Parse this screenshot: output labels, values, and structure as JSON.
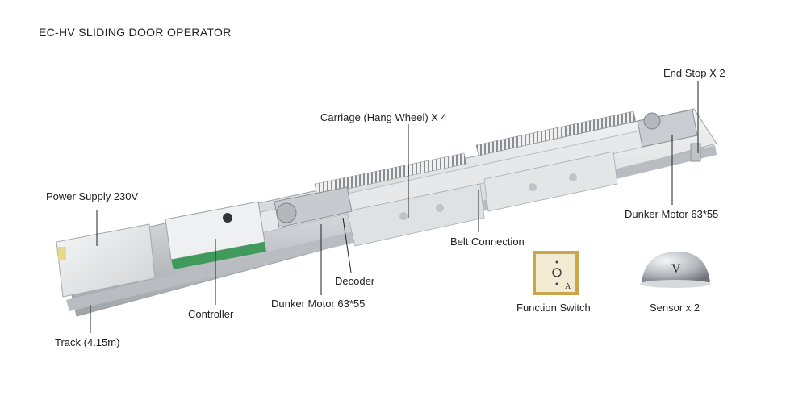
{
  "title": "EC-HV  SLIDING DOOR OPERATOR",
  "labels": {
    "end_stop": "End Stop X 2",
    "carriage": "Carriage (Hang Wheel) X 4",
    "power_supply": "Power Supply 230V",
    "dunker_motor_right": "Dunker Motor 63*55",
    "belt_connection": "Belt Connection",
    "decoder": "Decoder",
    "controller": "Controller",
    "dunker_motor_center": "Dunker Motor 63*55",
    "function_switch": "Function Switch",
    "sensor": "Sensor x 2",
    "track": "Track (4.15m)"
  },
  "colors": {
    "rail": "#d9dcdf",
    "rail_dark": "#a9adb2",
    "switch_frame": "#c9a64a",
    "sensor": "#b8bcc2"
  }
}
